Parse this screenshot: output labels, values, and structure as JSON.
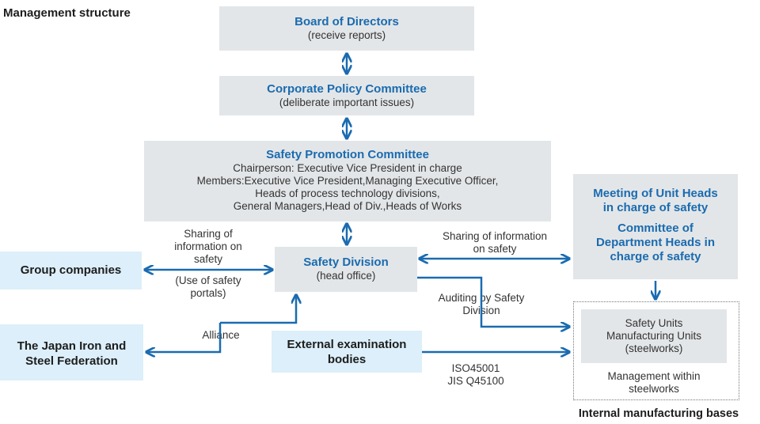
{
  "page_title": "Management structure",
  "board": {
    "title": "Board of Directors",
    "sub": "(receive reports)"
  },
  "policy": {
    "title": "Corporate Policy Committee",
    "sub": "(deliberate important issues)"
  },
  "promotion": {
    "title": "Safety Promotion Committee",
    "lines": [
      "Chairperson: Executive Vice President in charge",
      "Members:Executive Vice President,Managing Executive Officer,",
      "Heads of process technology divisions,",
      "General Managers,Head of Div.,Heads of Works"
    ]
  },
  "unit_heads": {
    "title_lines": [
      "Meeting of Unit Heads",
      "in charge of safety"
    ],
    "committee_lines": [
      "Committee of",
      "Department Heads in",
      "charge of safety"
    ]
  },
  "safety_division": {
    "title": "Safety Division",
    "sub": "(head office)"
  },
  "group_companies": {
    "title": "Group companies"
  },
  "jisf": {
    "title_lines": [
      "The Japan Iron and",
      "Steel Federation"
    ]
  },
  "external": {
    "title_lines": [
      "External examination",
      "bodies"
    ]
  },
  "internal_bases": {
    "units_lines": [
      "Safety Units",
      "Manufacturing Units",
      "(steelworks)"
    ],
    "management_lines": [
      "Management within",
      "steelworks"
    ],
    "caption": "Internal manufacturing bases"
  },
  "labels": {
    "sharing_left": [
      "Sharing of",
      "information on",
      "safety"
    ],
    "portals": [
      "(Use of safety",
      "portals)"
    ],
    "sharing_right": [
      "Sharing of information",
      "on safety"
    ],
    "auditing": [
      "Auditing by Safety",
      "Division"
    ],
    "alliance": "Alliance",
    "iso": [
      "ISO45001",
      "JIS Q45100"
    ]
  },
  "colors": {
    "accent": "#1a6bb0",
    "gray_box": "#e3e6e8",
    "blue_box": "#dceffa"
  }
}
